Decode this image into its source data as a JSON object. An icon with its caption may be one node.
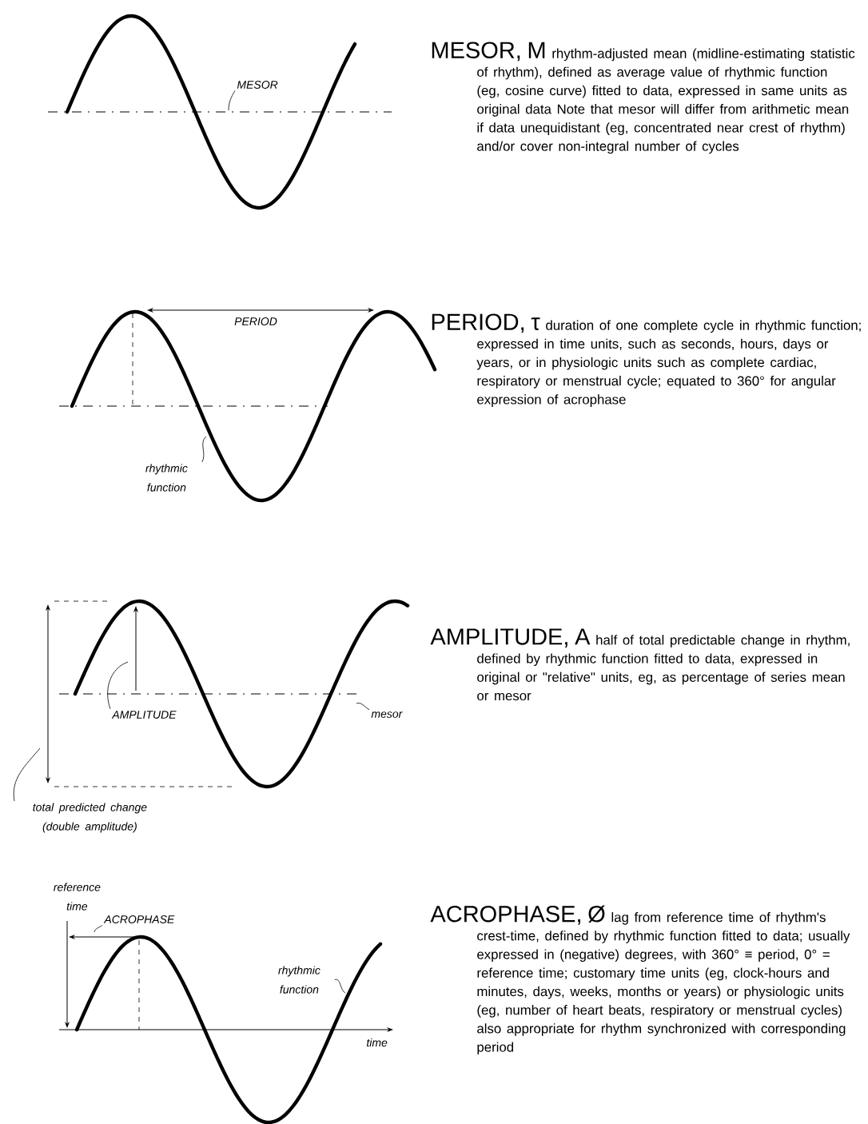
{
  "diagram": {
    "nodes": [
      {
        "text": [
          "MESOR"
        ]
      },
      {
        "text": [
          "rhythmic function"
        ]
      },
      {
        "text": [
          "AMPLITUDE"
        ]
      },
      {
        "text": [
          "mesor"
        ]
      },
      {
        "text": [
          "total predicted change (double amplitude)"
        ]
      },
      {
        "text": [
          "ACROPHASE"
        ]
      },
      {
        "text": [
          "rhythmic function"
        ]
      }
    ],
    "edges": [
      {
        "from": 0,
        "to": null,
        "arrow": "none"
      },
      {
        "from": 1,
        "to": null,
        "arrow": "none"
      },
      {
        "from": 2,
        "to": null,
        "arrow": "none"
      },
      {
        "from": 3,
        "to": null,
        "arrow": "none"
      },
      {
        "from": 4,
        "to": null,
        "arrow": "none"
      },
      {
        "from": 5,
        "to": null,
        "arrow": "none"
      },
      {
        "from": 6,
        "to": null,
        "arrow": "none"
      }
    ],
    "labels": [
      "MESOR, M",
      "rhythm-adjusted mean (midline-estimating statistic of rhythm), defined as average value of rhythmic function (eg, cosine curve) fitted to data, expressed in same units as original data Note that mesor will differ from arithmetic mean if data unequidistant (eg, concentrated near crest of rhythm) and/or cover non-integral number of cycles",
      "PERIOD",
      "PERIOD, τ",
      "duration of one complete cycle in rhythmic function; expressed in time units, such as seconds, hours, days or years, or in physiologic units such as complete cardiac, respiratory or menstrual cycle; equated to 360° for angular expression of acrophase",
      "AMPLITUDE, A",
      "half of total predictable change in rhythm, defined by rhythmic function fitted to data, expressed in original or \"relative\" units, eg, as percentage of series mean or mesor",
      "reference time",
      "time",
      "ACROPHASE, Ø",
      "lag from reference time of rhythm's crest-time, defined by rhythmic function fitted to data; usually expressed in (negative) degrees, with 360° ≡ period, 0° = reference time; customary time units (eg, clock-hours and minutes, days, weeks, months or years) or physiologic units (eg, number of heart beats, respiratory or menstrual cycles) also appropriate for rhythm synchronized with corresponding period"
    ]
  }
}
